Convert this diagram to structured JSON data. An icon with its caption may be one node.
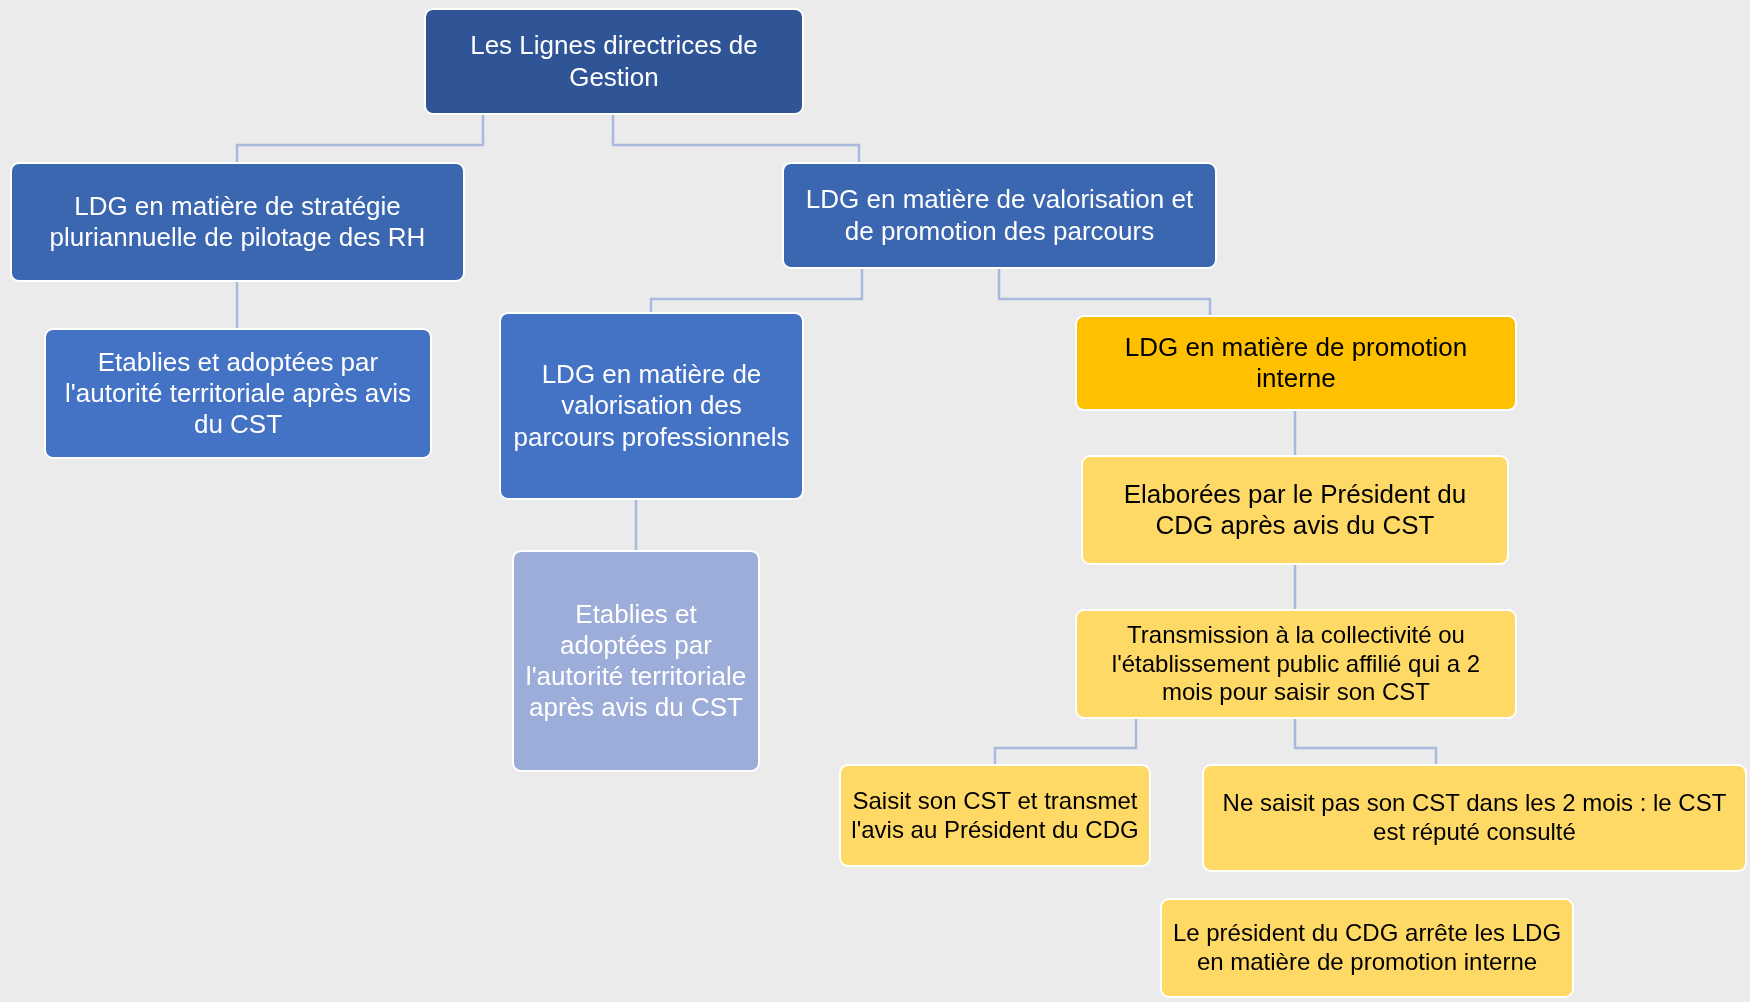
{
  "diagram": {
    "nodes": [
      {
        "text": [
          "Les Lignes directrices de Gestion"
        ]
      },
      {
        "text": [
          "LDG en matière de stratégie pluriannuelle de pilotage des RH"
        ]
      },
      {
        "text": [
          "LDG en matière de valorisation et de promotion des parcours"
        ]
      },
      {
        "text": [
          "Etablies et adoptées par l'autorité territoriale après avis du CST"
        ]
      },
      {
        "text": [
          "LDG en matière de valorisation des parcours professionnels"
        ]
      },
      {
        "text": [
          "LDG en matière de promotion interne"
        ]
      },
      {
        "text": [
          "Etablies et adoptées par l'autorité territoriale après avis du CST"
        ]
      },
      {
        "text": [
          "Elaborées par le Président du CDG après avis du CST"
        ]
      },
      {
        "text": [
          "Transmission à la collectivité ou l'établissement public affilié qui a 2 mois pour saisir son CST"
        ]
      },
      {
        "text": [
          "Saisit son CST et transmet l'avis au Président du CDG"
        ]
      },
      {
        "text": [
          "Ne saisit pas son CST dans les 2 mois : le CST est réputé consulté"
        ]
      },
      {
        "text": [
          "Le président du CDG arrête les LDG en matière de promotion interne"
        ]
      }
    ],
    "edges": [
      {
        "from": 0,
        "to": 1,
        "arrow": "none"
      },
      {
        "from": 0,
        "to": 2,
        "arrow": "none"
      },
      {
        "from": 1,
        "to": 3,
        "arrow": "none"
      },
      {
        "from": 2,
        "to": 4,
        "arrow": "none"
      },
      {
        "from": 2,
        "to": 5,
        "arrow": "none"
      },
      {
        "from": 4,
        "to": 6,
        "arrow": "none"
      },
      {
        "from": 5,
        "to": 7,
        "arrow": "none"
      },
      {
        "from": 7,
        "to": 8,
        "arrow": "none"
      },
      {
        "from": 8,
        "to": 9,
        "arrow": "none"
      },
      {
        "from": 8,
        "to": 10,
        "arrow": "none"
      }
    ]
  }
}
